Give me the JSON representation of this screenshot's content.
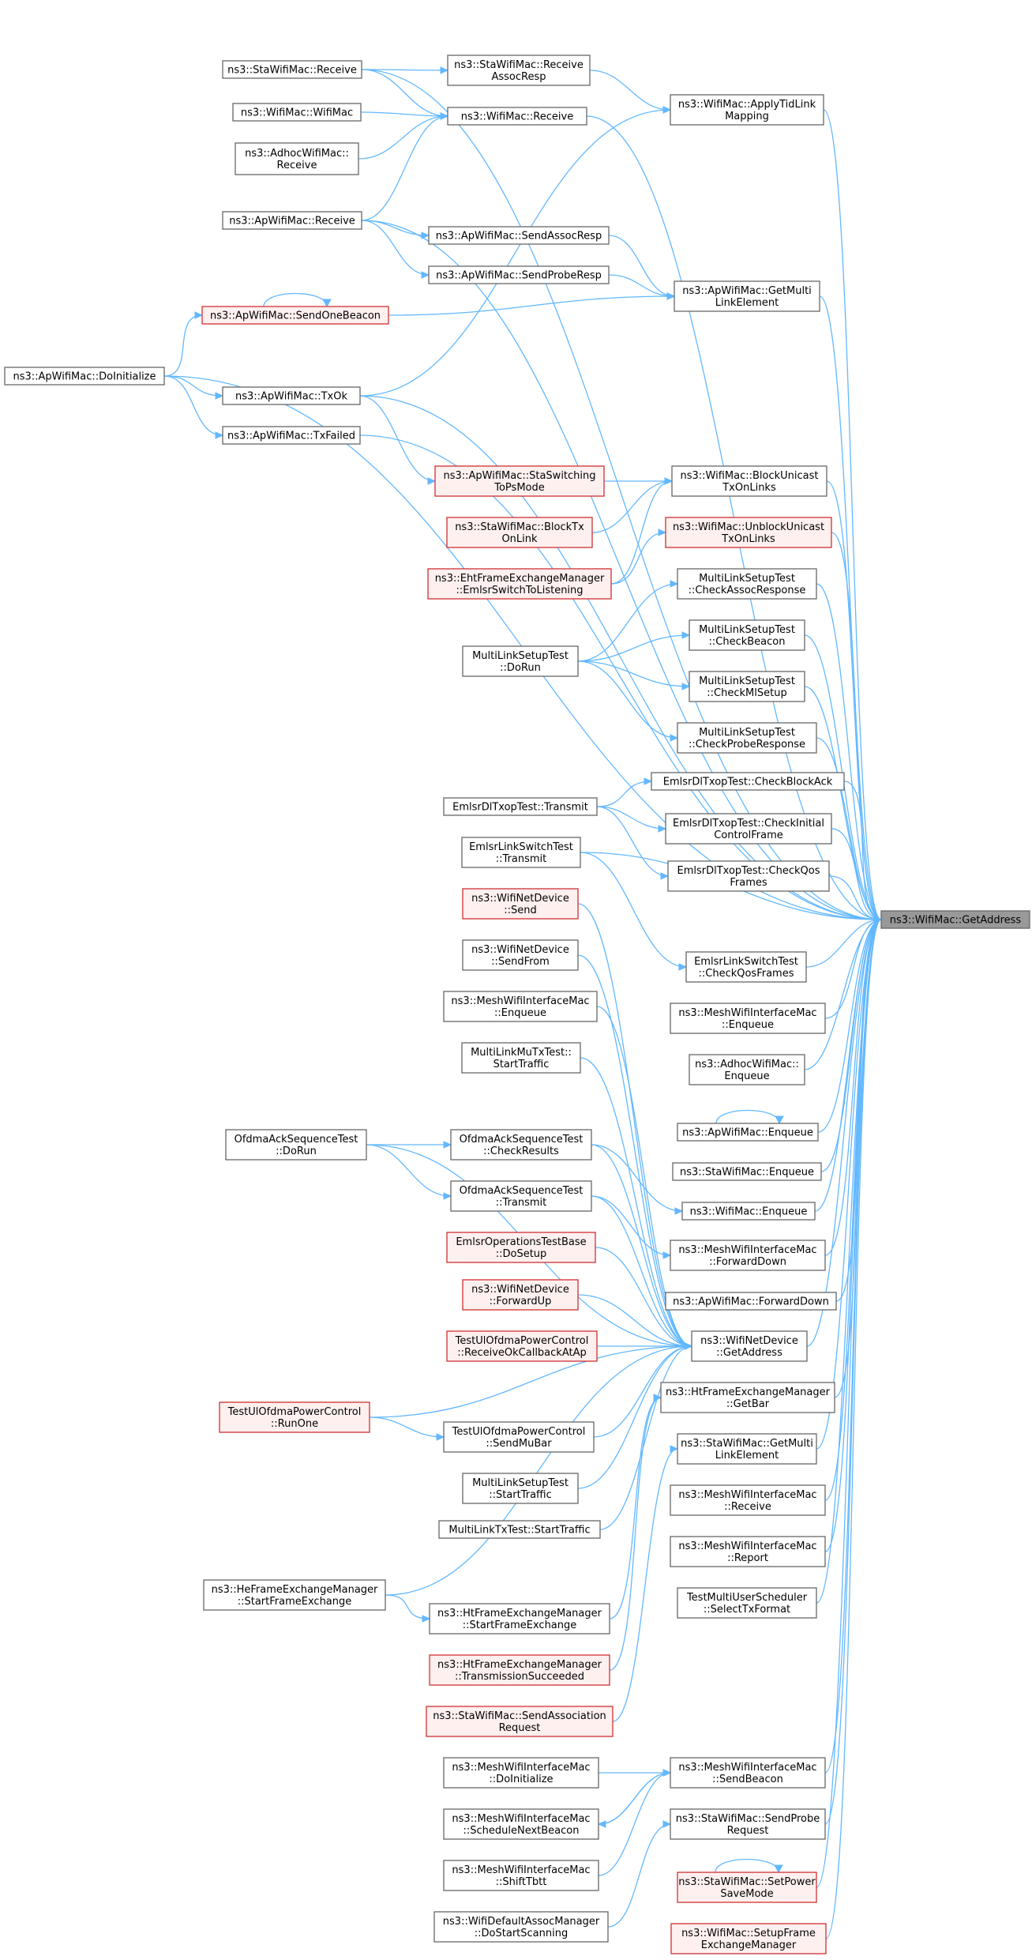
{
  "graph": {
    "title": "",
    "colors": {
      "edge": "#63b8ff",
      "node_border": "#666666",
      "highlight_border": "#d03030",
      "highlight_fill": "#fff0f0",
      "target_fill": "#999999"
    },
    "nodes": [
      {
        "id": "target",
        "lines": [
          "ns3::WifiMac::GetAddress"
        ],
        "style": "target"
      },
      {
        "id": "sta_receive",
        "lines": [
          "ns3::StaWifiMac::Receive"
        ],
        "style": "normal"
      },
      {
        "id": "sta_receive_assocresp",
        "lines": [
          "ns3::StaWifiMac::Receive",
          "AssocResp"
        ],
        "style": "normal"
      },
      {
        "id": "apply_tid_link_mapping",
        "lines": [
          "ns3::WifiMac::ApplyTidLink",
          "Mapping"
        ],
        "style": "normal"
      },
      {
        "id": "wifimac_ctor",
        "lines": [
          "ns3::WifiMac::WifiMac"
        ],
        "style": "normal"
      },
      {
        "id": "wifimac_receive",
        "lines": [
          "ns3::WifiMac::Receive"
        ],
        "style": "normal"
      },
      {
        "id": "adhoc_receive",
        "lines": [
          "ns3::AdhocWifiMac::",
          "Receive"
        ],
        "style": "normal"
      },
      {
        "id": "ap_receive",
        "lines": [
          "ns3::ApWifiMac::Receive"
        ],
        "style": "normal"
      },
      {
        "id": "ap_send_assoc_resp",
        "lines": [
          "ns3::ApWifiMac::SendAssocResp"
        ],
        "style": "normal"
      },
      {
        "id": "ap_send_probe_resp",
        "lines": [
          "ns3::ApWifiMac::SendProbeResp"
        ],
        "style": "normal"
      },
      {
        "id": "ap_get_multi_link_element",
        "lines": [
          "ns3::ApWifiMac::GetMulti",
          "LinkElement"
        ],
        "style": "normal"
      },
      {
        "id": "ap_send_one_beacon",
        "lines": [
          "ns3::ApWifiMac::SendOneBeacon"
        ],
        "style": "red"
      },
      {
        "id": "ap_do_initialize",
        "lines": [
          "ns3::ApWifiMac::DoInitialize"
        ],
        "style": "normal"
      },
      {
        "id": "ap_tx_ok",
        "lines": [
          "ns3::ApWifiMac::TxOk"
        ],
        "style": "normal"
      },
      {
        "id": "ap_tx_failed",
        "lines": [
          "ns3::ApWifiMac::TxFailed"
        ],
        "style": "normal"
      },
      {
        "id": "ap_sta_switching",
        "lines": [
          "ns3::ApWifiMac::StaSwitching",
          "ToPsMode"
        ],
        "style": "red"
      },
      {
        "id": "block_unicast",
        "lines": [
          "ns3::WifiMac::BlockUnicast",
          "TxOnLinks"
        ],
        "style": "normal"
      },
      {
        "id": "sta_block_tx",
        "lines": [
          "ns3::StaWifiMac::BlockTx",
          "OnLink"
        ],
        "style": "red"
      },
      {
        "id": "unblock_unicast",
        "lines": [
          "ns3::WifiMac::UnblockUnicast",
          "TxOnLinks"
        ],
        "style": "red"
      },
      {
        "id": "eht_emlsr_switch",
        "lines": [
          "ns3::EhtFrameExchangeManager",
          "::EmlsrSwitchToListening"
        ],
        "style": "red"
      },
      {
        "id": "mlst_check_assoc",
        "lines": [
          "MultiLinkSetupTest",
          "::CheckAssocResponse"
        ],
        "style": "normal"
      },
      {
        "id": "mlst_do_run",
        "lines": [
          "MultiLinkSetupTest",
          "::DoRun"
        ],
        "style": "normal"
      },
      {
        "id": "mlst_check_beacon",
        "lines": [
          "MultiLinkSetupTest",
          "::CheckBeacon"
        ],
        "style": "normal"
      },
      {
        "id": "mlst_check_ml_setup",
        "lines": [
          "MultiLinkSetupTest",
          "::CheckMlSetup"
        ],
        "style": "normal"
      },
      {
        "id": "mlst_check_probe",
        "lines": [
          "MultiLinkSetupTest",
          "::CheckProbeResponse"
        ],
        "style": "normal"
      },
      {
        "id": "emlsr_dl_check_block_ack",
        "lines": [
          "EmlsrDlTxopTest::CheckBlockAck"
        ],
        "style": "normal"
      },
      {
        "id": "emlsr_dl_transmit",
        "lines": [
          "EmlsrDlTxopTest::Transmit"
        ],
        "style": "normal"
      },
      {
        "id": "emlsr_dl_check_initial",
        "lines": [
          "EmlsrDlTxopTest::CheckInitial",
          "ControlFrame"
        ],
        "style": "normal"
      },
      {
        "id": "emlsr_link_switch_transmit",
        "lines": [
          "EmlsrLinkSwitchTest",
          "::Transmit"
        ],
        "style": "normal"
      },
      {
        "id": "emlsr_dl_check_qos",
        "lines": [
          "EmlsrDlTxopTest::CheckQos",
          "Frames"
        ],
        "style": "normal"
      },
      {
        "id": "netdevice_send",
        "lines": [
          "ns3::WifiNetDevice",
          "::Send"
        ],
        "style": "red"
      },
      {
        "id": "emlsr_link_switch_check_qos",
        "lines": [
          "EmlsrLinkSwitchTest",
          "::CheckQosFrames"
        ],
        "style": "normal"
      },
      {
        "id": "netdevice_send_from",
        "lines": [
          "ns3::WifiNetDevice",
          "::SendFrom"
        ],
        "style": "normal"
      },
      {
        "id": "mesh_enqueue_left",
        "lines": [
          "ns3::MeshWifiInterfaceMac",
          "::Enqueue"
        ],
        "style": "normal"
      },
      {
        "id": "mesh_enqueue_right",
        "lines": [
          "ns3::MeshWifiInterfaceMac",
          "::Enqueue"
        ],
        "style": "normal"
      },
      {
        "id": "mlmu_start_traffic",
        "lines": [
          "MultiLinkMuTxTest::",
          "StartTraffic"
        ],
        "style": "normal"
      },
      {
        "id": "adhoc_enqueue",
        "lines": [
          "ns3::AdhocWifiMac::",
          "Enqueue"
        ],
        "style": "normal"
      },
      {
        "id": "ofdma_do_run",
        "lines": [
          "OfdmaAckSequenceTest",
          "::DoRun"
        ],
        "style": "normal"
      },
      {
        "id": "ofdma_check_results",
        "lines": [
          "OfdmaAckSequenceTest",
          "::CheckResults"
        ],
        "style": "normal"
      },
      {
        "id": "ap_enqueue",
        "lines": [
          "ns3::ApWifiMac::Enqueue"
        ],
        "style": "normal"
      },
      {
        "id": "sta_enqueue",
        "lines": [
          "ns3::StaWifiMac::Enqueue"
        ],
        "style": "normal"
      },
      {
        "id": "ofdma_transmit",
        "lines": [
          "OfdmaAckSequenceTest",
          "::Transmit"
        ],
        "style": "normal"
      },
      {
        "id": "wifimac_enqueue",
        "lines": [
          "ns3::WifiMac::Enqueue"
        ],
        "style": "normal"
      },
      {
        "id": "emlsr_ops_do_setup",
        "lines": [
          "EmlsrOperationsTestBase",
          "::DoSetup"
        ],
        "style": "red"
      },
      {
        "id": "mesh_forward_down",
        "lines": [
          "ns3::MeshWifiInterfaceMac",
          "::ForwardDown"
        ],
        "style": "normal"
      },
      {
        "id": "ap_forward_down",
        "lines": [
          "ns3::ApWifiMac::ForwardDown"
        ],
        "style": "normal"
      },
      {
        "id": "netdevice_forward_up",
        "lines": [
          "ns3::WifiNetDevice",
          "::ForwardUp"
        ],
        "style": "red"
      },
      {
        "id": "ul_ofdma_receive_ok",
        "lines": [
          "TestUlOfdmaPowerControl",
          "::ReceiveOkCallbackAtAp"
        ],
        "style": "red"
      },
      {
        "id": "netdevice_get_address",
        "lines": [
          "ns3::WifiNetDevice",
          "::GetAddress"
        ],
        "style": "normal"
      },
      {
        "id": "ul_ofdma_run_one",
        "lines": [
          "TestUlOfdmaPowerControl",
          "::RunOne"
        ],
        "style": "red"
      },
      {
        "id": "ht_get_bar",
        "lines": [
          "ns3::HtFrameExchangeManager",
          "::GetBar"
        ],
        "style": "normal"
      },
      {
        "id": "ul_ofdma_send_mu_bar",
        "lines": [
          "TestUlOfdmaPowerControl",
          "::SendMuBar"
        ],
        "style": "normal"
      },
      {
        "id": "sta_get_multi_link_element",
        "lines": [
          "ns3::StaWifiMac::GetMulti",
          "LinkElement"
        ],
        "style": "normal"
      },
      {
        "id": "mlst_start_traffic",
        "lines": [
          "MultiLinkSetupTest",
          "::StartTraffic"
        ],
        "style": "normal"
      },
      {
        "id": "mesh_receive",
        "lines": [
          "ns3::MeshWifiInterfaceMac",
          "::Receive"
        ],
        "style": "normal"
      },
      {
        "id": "mltx_start_traffic",
        "lines": [
          "MultiLinkTxTest::StartTraffic"
        ],
        "style": "normal"
      },
      {
        "id": "mesh_report",
        "lines": [
          "ns3::MeshWifiInterfaceMac",
          "::Report"
        ],
        "style": "normal"
      },
      {
        "id": "he_start_frame_exchange",
        "lines": [
          "ns3::HeFrameExchangeManager",
          "::StartFrameExchange"
        ],
        "style": "normal"
      },
      {
        "id": "mu_scheduler_select_tx",
        "lines": [
          "TestMultiUserScheduler",
          "::SelectTxFormat"
        ],
        "style": "normal"
      },
      {
        "id": "ht_start_frame_exchange",
        "lines": [
          "ns3::HtFrameExchangeManager",
          "::StartFrameExchange"
        ],
        "style": "normal"
      },
      {
        "id": "ht_transmission_succeeded",
        "lines": [
          "ns3::HtFrameExchangeManager",
          "::TransmissionSucceeded"
        ],
        "style": "red"
      },
      {
        "id": "sta_send_association_request",
        "lines": [
          "ns3::StaWifiMac::SendAssociation",
          "Request"
        ],
        "style": "red"
      },
      {
        "id": "mesh_do_initialize",
        "lines": [
          "ns3::MeshWifiInterfaceMac",
          "::DoInitialize"
        ],
        "style": "normal"
      },
      {
        "id": "mesh_send_beacon",
        "lines": [
          "ns3::MeshWifiInterfaceMac",
          "::SendBeacon"
        ],
        "style": "normal"
      },
      {
        "id": "mesh_schedule_next_beacon",
        "lines": [
          "ns3::MeshWifiInterfaceMac",
          "::ScheduleNextBeacon"
        ],
        "style": "normal"
      },
      {
        "id": "sta_send_probe_request",
        "lines": [
          "ns3::StaWifiMac::SendProbe",
          "Request"
        ],
        "style": "normal"
      },
      {
        "id": "mesh_shift_tbtt",
        "lines": [
          "ns3::MeshWifiInterfaceMac",
          "::ShiftTbtt"
        ],
        "style": "normal"
      },
      {
        "id": "sta_set_power_save",
        "lines": [
          "ns3::StaWifiMac::SetPower",
          "SaveMode"
        ],
        "style": "red"
      },
      {
        "id": "default_assoc_do_start_scanning",
        "lines": [
          "ns3::WifiDefaultAssocManager",
          "::DoStartScanning"
        ],
        "style": "normal"
      },
      {
        "id": "setup_frame_exchange_manager",
        "lines": [
          "ns3::WifiMac::SetupFrame",
          "ExchangeManager"
        ],
        "style": "red"
      }
    ],
    "edges": [
      [
        "sta_receive",
        "target"
      ],
      [
        "sta_receive",
        "sta_receive_assocresp"
      ],
      [
        "sta_receive",
        "wifimac_receive"
      ],
      [
        "sta_receive_assocresp",
        "apply_tid_link_mapping"
      ],
      [
        "apply_tid_link_mapping",
        "target"
      ],
      [
        "wifimac_ctor",
        "wifimac_receive"
      ],
      [
        "adhoc_receive",
        "wifimac_receive"
      ],
      [
        "wifimac_receive",
        "target"
      ],
      [
        "ap_receive",
        "wifimac_receive"
      ],
      [
        "ap_receive",
        "target"
      ],
      [
        "ap_receive",
        "ap_send_assoc_resp"
      ],
      [
        "ap_receive",
        "ap_send_probe_resp"
      ],
      [
        "ap_send_assoc_resp",
        "ap_get_multi_link_element"
      ],
      [
        "ap_send_probe_resp",
        "ap_get_multi_link_element"
      ],
      [
        "ap_send_one_beacon",
        "ap_get_multi_link_element"
      ],
      [
        "ap_send_one_beacon",
        "ap_send_one_beacon"
      ],
      [
        "ap_get_multi_link_element",
        "target"
      ],
      [
        "ap_do_initialize",
        "ap_send_one_beacon"
      ],
      [
        "ap_do_initialize",
        "target"
      ],
      [
        "ap_do_initialize",
        "ap_tx_ok"
      ],
      [
        "ap_do_initialize",
        "ap_tx_failed"
      ],
      [
        "ap_tx_ok",
        "target"
      ],
      [
        "ap_tx_ok",
        "apply_tid_link_mapping"
      ],
      [
        "ap_tx_ok",
        "ap_sta_switching"
      ],
      [
        "ap_tx_failed",
        "target"
      ],
      [
        "ap_sta_switching",
        "block_unicast"
      ],
      [
        "sta_block_tx",
        "block_unicast"
      ],
      [
        "eht_emlsr_switch",
        "block_unicast"
      ],
      [
        "eht_emlsr_switch",
        "unblock_unicast"
      ],
      [
        "block_unicast",
        "target"
      ],
      [
        "unblock_unicast",
        "target"
      ],
      [
        "mlst_do_run",
        "mlst_check_assoc"
      ],
      [
        "mlst_do_run",
        "mlst_check_beacon"
      ],
      [
        "mlst_do_run",
        "mlst_check_ml_setup"
      ],
      [
        "mlst_do_run",
        "mlst_check_probe"
      ],
      [
        "mlst_check_assoc",
        "target"
      ],
      [
        "mlst_check_beacon",
        "target"
      ],
      [
        "mlst_check_ml_setup",
        "target"
      ],
      [
        "mlst_check_probe",
        "target"
      ],
      [
        "emlsr_dl_transmit",
        "emlsr_dl_check_block_ack"
      ],
      [
        "emlsr_dl_transmit",
        "emlsr_dl_check_initial"
      ],
      [
        "emlsr_dl_transmit",
        "emlsr_dl_check_qos"
      ],
      [
        "emlsr_dl_check_block_ack",
        "target"
      ],
      [
        "emlsr_dl_check_initial",
        "target"
      ],
      [
        "emlsr_dl_check_qos",
        "target"
      ],
      [
        "emlsr_link_switch_transmit",
        "target"
      ],
      [
        "emlsr_link_switch_transmit",
        "emlsr_link_switch_check_qos"
      ],
      [
        "emlsr_link_switch_check_qos",
        "target"
      ],
      [
        "mesh_enqueue_right",
        "target"
      ],
      [
        "adhoc_enqueue",
        "target"
      ],
      [
        "ap_enqueue",
        "target"
      ],
      [
        "ap_enqueue",
        "ap_enqueue"
      ],
      [
        "sta_enqueue",
        "target"
      ],
      [
        "wifimac_enqueue",
        "target"
      ],
      [
        "mesh_forward_down",
        "target"
      ],
      [
        "ap_forward_down",
        "target"
      ],
      [
        "netdevice_send",
        "netdevice_get_address"
      ],
      [
        "netdevice_send_from",
        "netdevice_get_address"
      ],
      [
        "mesh_enqueue_left",
        "netdevice_get_address"
      ],
      [
        "mlmu_start_traffic",
        "netdevice_get_address"
      ],
      [
        "ofdma_do_run",
        "ofdma_check_results"
      ],
      [
        "ofdma_do_run",
        "ofdma_transmit"
      ],
      [
        "ofdma_do_run",
        "netdevice_get_address"
      ],
      [
        "ofdma_check_results",
        "netdevice_get_address"
      ],
      [
        "ofdma_check_results",
        "wifimac_enqueue"
      ],
      [
        "ofdma_transmit",
        "netdevice_get_address"
      ],
      [
        "ofdma_transmit",
        "mesh_forward_down"
      ],
      [
        "emlsr_ops_do_setup",
        "netdevice_get_address"
      ],
      [
        "netdevice_forward_up",
        "netdevice_get_address"
      ],
      [
        "ul_ofdma_receive_ok",
        "netdevice_get_address"
      ],
      [
        "ul_ofdma_run_one",
        "netdevice_get_address"
      ],
      [
        "ul_ofdma_run_one",
        "ul_ofdma_send_mu_bar"
      ],
      [
        "ul_ofdma_send_mu_bar",
        "netdevice_get_address"
      ],
      [
        "mlst_start_traffic",
        "netdevice_get_address"
      ],
      [
        "mltx_start_traffic",
        "netdevice_get_address"
      ],
      [
        "netdevice_get_address",
        "target"
      ],
      [
        "he_start_frame_exchange",
        "ht_start_frame_exchange"
      ],
      [
        "he_start_frame_exchange",
        "netdevice_get_address"
      ],
      [
        "ht_start_frame_exchange",
        "ht_get_bar"
      ],
      [
        "ht_transmission_succeeded",
        "ht_get_bar"
      ],
      [
        "ht_get_bar",
        "target"
      ],
      [
        "sta_send_association_request",
        "sta_get_multi_link_element"
      ],
      [
        "sta_get_multi_link_element",
        "target"
      ],
      [
        "mesh_receive",
        "target"
      ],
      [
        "mesh_report",
        "target"
      ],
      [
        "mu_scheduler_select_tx",
        "target"
      ],
      [
        "mesh_do_initialize",
        "mesh_send_beacon"
      ],
      [
        "mesh_schedule_next_beacon",
        "mesh_send_beacon"
      ],
      [
        "mesh_send_beacon",
        "mesh_schedule_next_beacon"
      ],
      [
        "mesh_shift_tbtt",
        "mesh_send_beacon"
      ],
      [
        "mesh_send_beacon",
        "target"
      ],
      [
        "default_assoc_do_start_scanning",
        "sta_send_probe_request"
      ],
      [
        "sta_send_probe_request",
        "target"
      ],
      [
        "sta_set_power_save",
        "target"
      ],
      [
        "sta_set_power_save",
        "sta_set_power_save"
      ],
      [
        "setup_frame_exchange_manager",
        "target"
      ]
    ]
  }
}
